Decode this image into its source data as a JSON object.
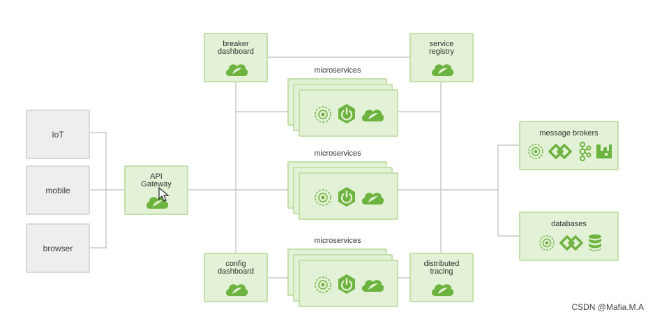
{
  "clients": {
    "iot": "IoT",
    "mobile": "mobile",
    "browser": "browser"
  },
  "gateway": {
    "line1": "API",
    "line2": "Gateway"
  },
  "breaker": {
    "line1": "breaker",
    "line2": "dashboard"
  },
  "registry": {
    "line1": "service",
    "line2": "registry"
  },
  "config": {
    "line1": "config",
    "line2": "dashboard"
  },
  "tracing": {
    "line1": "distributed",
    "line2": "tracing"
  },
  "microservices": {
    "top": "microservices",
    "middle": "microservices",
    "bottom": "microservices"
  },
  "brokers": {
    "label": "message brokers"
  },
  "databases": {
    "label": "databases"
  },
  "watermark": "CSDN @Mafia.M.A",
  "colors": {
    "line": "#c8c8c8",
    "green_fill": "#e3f1d6",
    "green_border": "#c4e0aa",
    "icon_green": "#6db33f",
    "client_fill": "#eeeeee"
  },
  "icons": {
    "spring": "spring-leaf-icon",
    "boot": "spring-boot-power-icon",
    "cloud": "spring-cloud-icon",
    "rabbit": "rabbitmq-icon",
    "kafka": "kafka-icon",
    "db": "database-icon",
    "cursor": "mouse-cursor-icon"
  }
}
